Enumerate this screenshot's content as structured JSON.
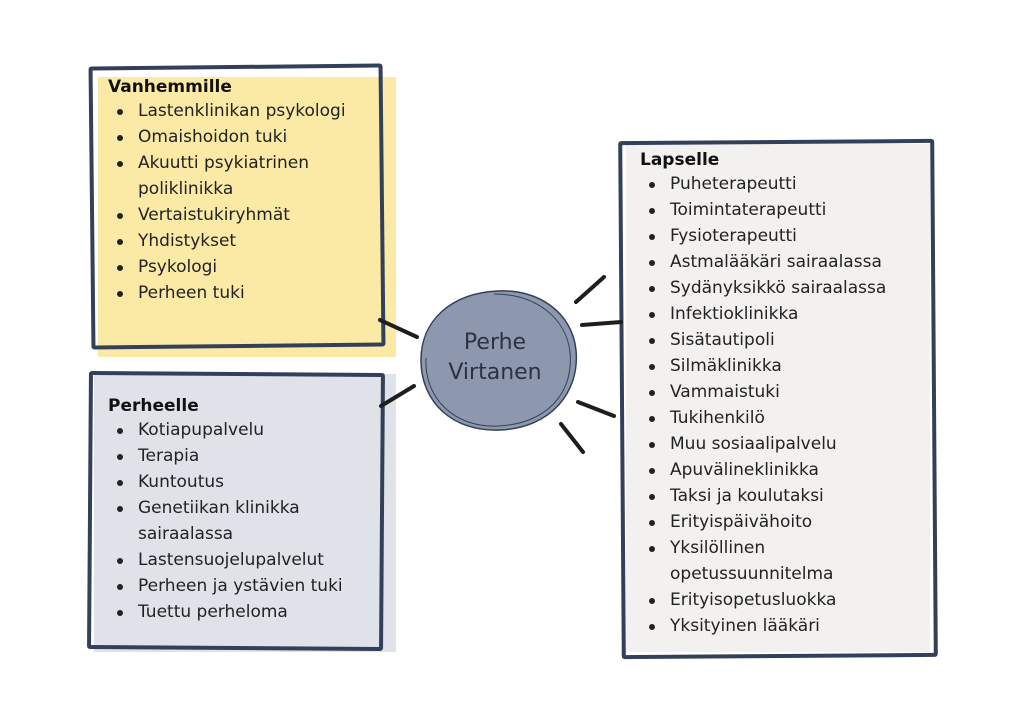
{
  "center": {
    "line1": "Perhe",
    "line2": "Virtanen",
    "fill_color": "#8d97ad",
    "outline_color": "#33405a"
  },
  "parents": {
    "title": "Vanhemmille",
    "bg_color": "#fbeaa6",
    "items": [
      "Lastenklinikan psykologi",
      "Omaishoidon tuki",
      "Akuutti psykiatrinen poliklinikka",
      "Vertaistukiryhmät",
      "Yhdistykset",
      "Psykologi",
      "Perheen tuki"
    ]
  },
  "family": {
    "title": "Perheelle",
    "bg_color": "#dfe2e8",
    "items": [
      "Kotiapupalvelu",
      "Terapia",
      "Kuntoutus",
      "Genetiikan klinikka sairaalassa",
      "Lastensuojelupalvelut",
      "Perheen ja ystävien tuki",
      "Tuettu perheloma"
    ]
  },
  "child": {
    "title": "Lapselle",
    "bg_color": "#f3f1ef",
    "items": [
      "Puheterapeutti",
      "Toimintaterapeutti",
      "Fysioterapeutti",
      "Astmalääkäri sairaalassa",
      "Sydänyksikkö sairaalassa",
      "Infektioklinikka",
      "Sisätautipoli",
      "Silmäklinikka",
      "Vammaistuki",
      "Tukihenkilö",
      "Muu sosiaalipalvelu",
      "Apuvälineklinikka",
      "Taksi ja koulutaksi",
      "Erityispäivähoito",
      "Yksilöllinen opetussuunnitelma",
      "Erityisopetusluokka",
      "Yksityinen lääkäri"
    ]
  },
  "stroke_color": "#1e1e1e"
}
